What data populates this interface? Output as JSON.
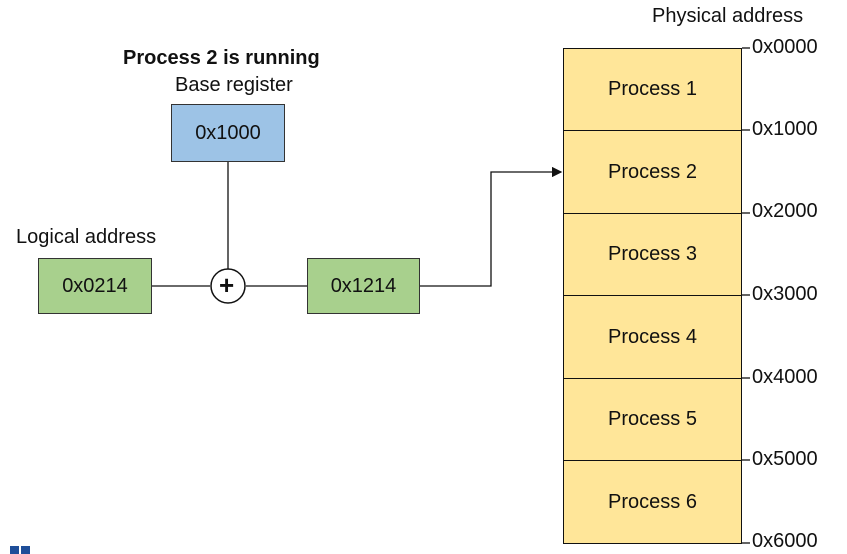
{
  "title": "Process 2 is running",
  "base_register": {
    "label": "Base register",
    "value": "0x1000"
  },
  "logical": {
    "label": "Logical address",
    "value": "0x0214"
  },
  "adder_symbol": "+",
  "result_value": "0x1214",
  "physical_label": "Physical address",
  "processes": [
    "Process 1",
    "Process 2",
    "Process 3",
    "Process 4",
    "Process 5",
    "Process 6"
  ],
  "addresses": [
    "0x0000",
    "0x1000",
    "0x2000",
    "0x3000",
    "0x4000",
    "0x5000",
    "0x6000"
  ],
  "colors": {
    "logical": "#a8d08d",
    "base": "#9dc3e6",
    "memory": "#ffe699"
  }
}
